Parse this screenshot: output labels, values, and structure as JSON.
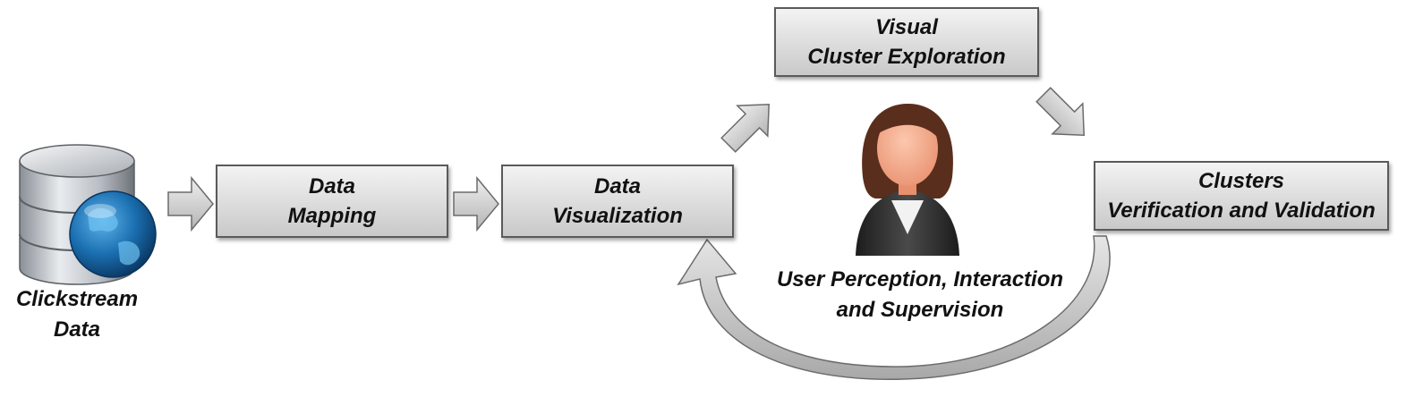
{
  "source": {
    "label_line1": "Clickstream",
    "label_line2": "Data",
    "icon": "database-globe-icon"
  },
  "steps": {
    "data_mapping": {
      "line1": "Data",
      "line2": "Mapping"
    },
    "data_visualization": {
      "line1": "Data",
      "line2": "Visualization"
    },
    "visual_cluster_exploration": {
      "line1": "Visual",
      "line2": "Cluster Exploration"
    },
    "clusters_verification": {
      "line1": "Clusters",
      "line2": "Verification and Validation"
    }
  },
  "user": {
    "icon": "user-avatar-icon",
    "caption_line1": "User Perception, Interaction",
    "caption_line2": "and Supervision"
  },
  "colors": {
    "box_fill": "#d9d9d9",
    "box_border": "#5a5a5a",
    "arrow_fill": "#c8c8c8",
    "globe_blue": "#1a6fb0",
    "skin": "#f4a78a",
    "hair": "#5a2e1c",
    "jacket": "#2b2b2b"
  }
}
